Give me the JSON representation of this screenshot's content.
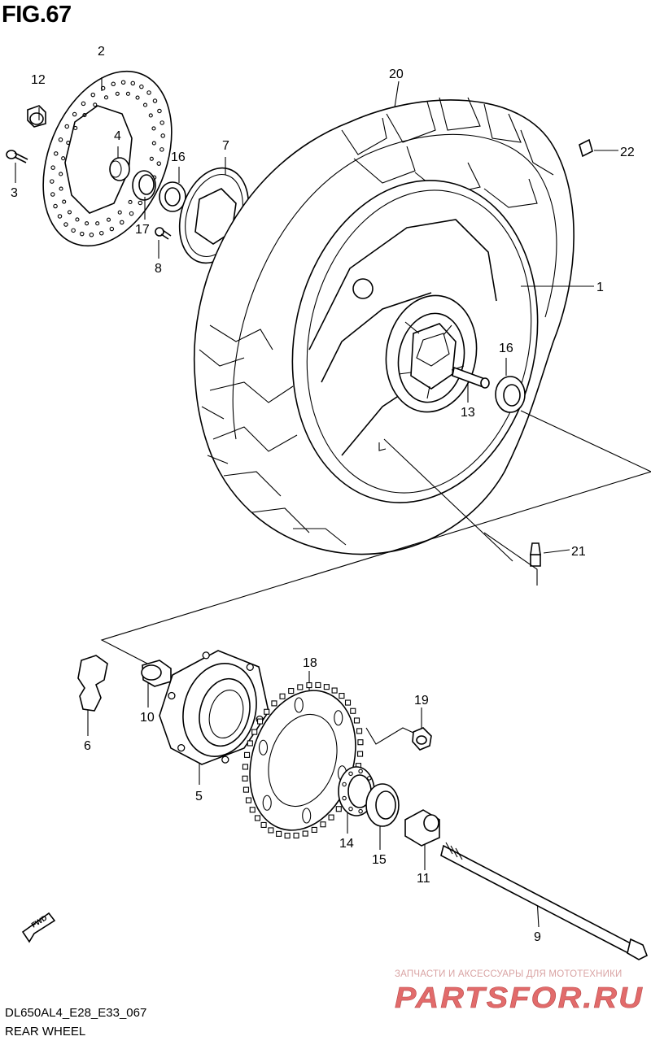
{
  "figure": {
    "title": "FIG.67",
    "model_code": "DL650AL4_E28_E33_067",
    "caption": "REAR WHEEL"
  },
  "watermark": {
    "tagline": "ЗАПЧАСТИ И АКСЕССУАРЫ ДЛЯ МОТОТЕХНИКИ",
    "logo_text": "PARTSFOR.RU",
    "color": "#e26b6b"
  },
  "fwd_label": "FWD",
  "callouts": {
    "p1": "1",
    "p2": "2",
    "p3": "3",
    "p4": "4",
    "p5": "5",
    "p6": "6",
    "p7": "7",
    "p8": "8",
    "p9": "9",
    "p10": "10",
    "p11": "11",
    "p12": "12",
    "p13": "13",
    "p14": "14",
    "p15": "15",
    "p16a": "16",
    "p16b": "16",
    "p17": "17",
    "p18": "18",
    "p19": "19",
    "p20": "20",
    "p21": "21",
    "p22": "22"
  }
}
